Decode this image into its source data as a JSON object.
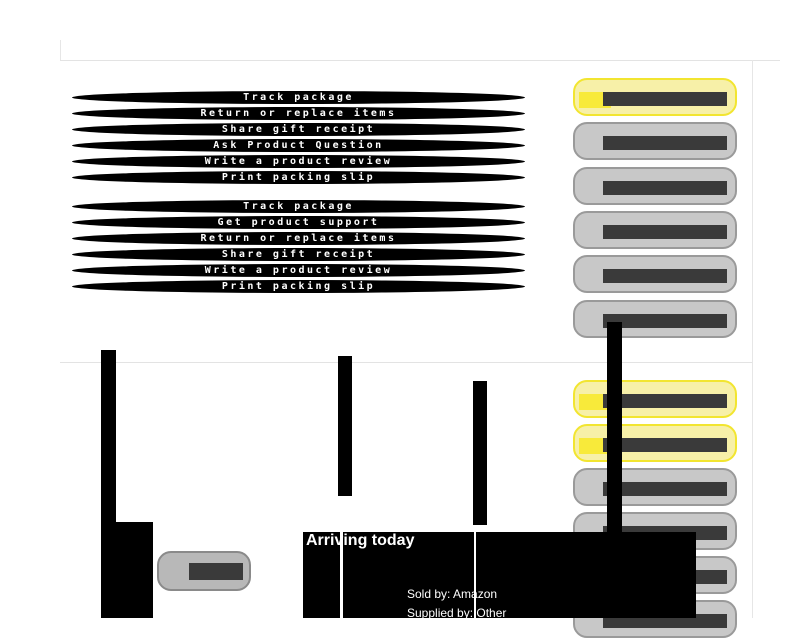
{
  "order1": {
    "actions": [
      "Track package",
      "Return or replace items",
      "Share gift receipt",
      "Ask Product Question",
      "Write a product review",
      "Print packing slip"
    ]
  },
  "order2": {
    "actions": [
      "Track package",
      "Get product support",
      "Return or replace items",
      "Share gift receipt",
      "Write a product review",
      "Print packing slip"
    ]
  },
  "delivery": {
    "title": "Arriving today",
    "sold_by": "Sold by: Amazon",
    "supplied_by": "Supplied by: Other"
  },
  "colors": {
    "highlight": "#f2e530",
    "button_gray": "#c8c8c8"
  }
}
